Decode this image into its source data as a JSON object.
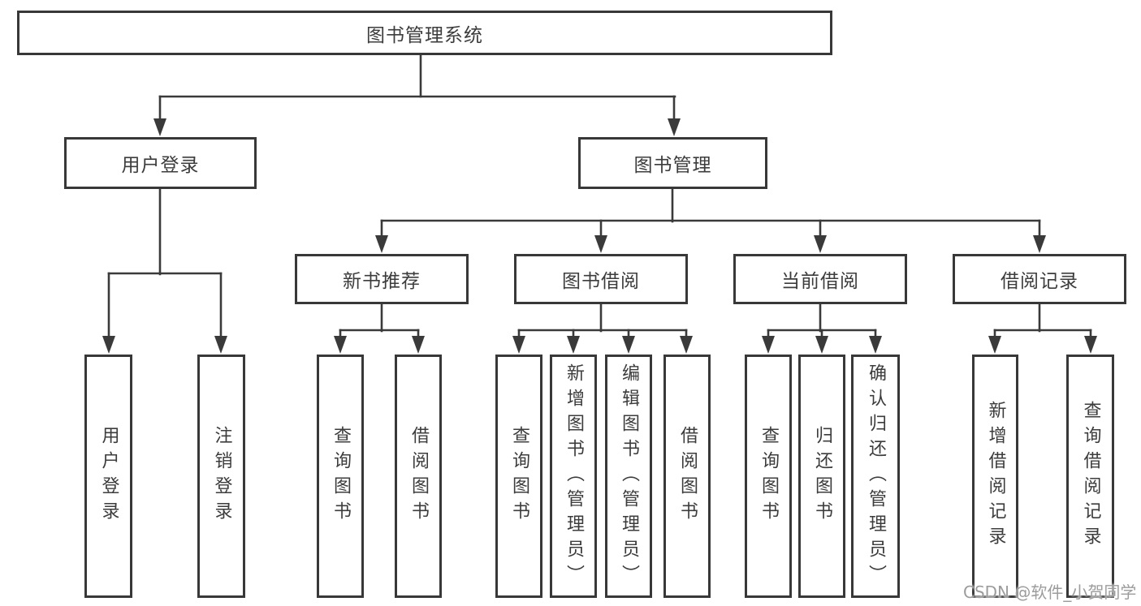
{
  "diagram": {
    "title": "图书管理系统",
    "watermark": "CSDN @软件_小贺同学",
    "branches": [
      {
        "label": "用户登录",
        "children": [
          "用户登录",
          "注销登录"
        ]
      },
      {
        "label": "图书管理",
        "children": [
          {
            "label": "新书推荐",
            "children": [
              "查询图书",
              "借阅图书"
            ]
          },
          {
            "label": "图书借阅",
            "children": [
              "查询图书",
              "新增图书（管理员）",
              "编辑图书（管理员）",
              "借阅图书"
            ]
          },
          {
            "label": "当前借阅",
            "children": [
              "查询图书",
              "归还图书",
              "确认归还（管理员）"
            ]
          },
          {
            "label": "借阅记录",
            "children": [
              "新增借阅记录",
              "查询借阅记录"
            ]
          }
        ]
      }
    ]
  },
  "colors": {
    "line": "#3a3a3a",
    "box_border": "#383838",
    "text": "#3c3c3c",
    "watermark": "#9c9c9c",
    "background": "#ffffff"
  }
}
